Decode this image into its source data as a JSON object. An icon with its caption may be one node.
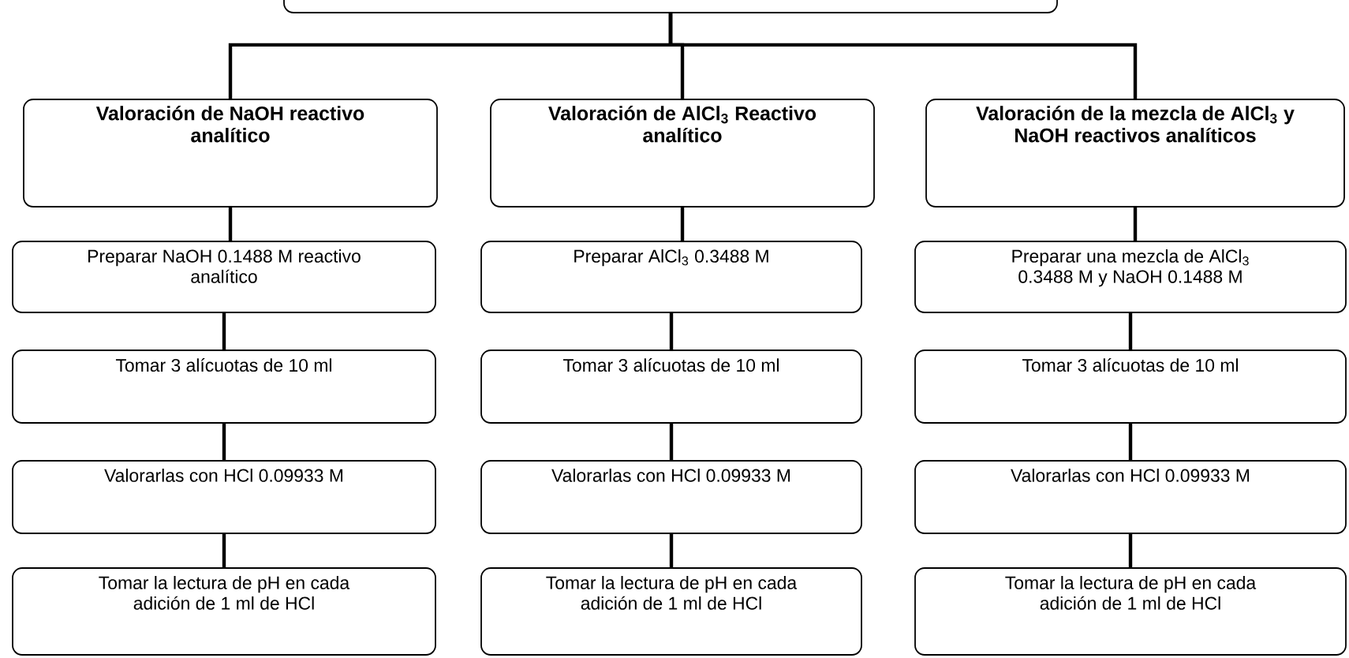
{
  "diagram": {
    "nodes": [
      {
        "text": [],
        "shape": "box"
      },
      {
        "text": [
          "Valoración de NaOH reactivo analítico"
        ]
      },
      {
        "text": [
          "Valoración de AlCl$_{3}$ Reactivo analítico"
        ]
      },
      {
        "text": [
          "Valoración de la mezcla de AlCl$_{3}$ y NaOH reactivos analíticos"
        ]
      },
      {
        "text": [
          "Preparar NaOH 0.1488 M reactivo analítico"
        ]
      },
      {
        "text": [
          "Preparar AlCl$_{3}$ 0.3488 M"
        ]
      },
      {
        "text": [
          "Preparar una mezcla de AlCl$_{3}$ 0.3488 M y NaOH 0.1488 M"
        ]
      },
      {
        "text": [
          "Tomar 3 alícuotas de 10 ml"
        ]
      },
      {
        "text": [
          "Tomar 3 alícuotas de 10 ml"
        ]
      },
      {
        "text": [
          "Tomar 3 alícuotas de 10 ml"
        ]
      },
      {
        "text": [
          "Valorarlas con HCl 0.09933 M"
        ]
      },
      {
        "text": [
          "Valorarlas con HCl 0.09933 M"
        ]
      },
      {
        "text": [
          "Valorarlas con HCl 0.09933 M"
        ]
      },
      {
        "text": [
          "Tomar la lectura de pH en cada adición de 1 ml de HCl"
        ]
      },
      {
        "text": [
          "Tomar la lectura de pH en cada adición de 1 ml de HCl"
        ]
      },
      {
        "text": [
          "Tomar la lectura de pH en cada adición de 1 ml de HCl"
        ]
      }
    ],
    "edges": [
      {
        "from": 0,
        "to": 1,
        "arrow": "none"
      },
      {
        "from": 0,
        "to": 2,
        "arrow": "none"
      },
      {
        "from": 0,
        "to": 3,
        "arrow": "none"
      },
      {
        "from": 1,
        "to": 4,
        "arrow": "none"
      },
      {
        "from": 2,
        "to": 5,
        "arrow": "none"
      },
      {
        "from": 3,
        "to": 6,
        "arrow": "none"
      },
      {
        "from": 4,
        "to": 7,
        "arrow": "none"
      },
      {
        "from": 5,
        "to": 8,
        "arrow": "none"
      },
      {
        "from": 6,
        "to": 9,
        "arrow": "none"
      },
      {
        "from": 7,
        "to": 10,
        "arrow": "none"
      },
      {
        "from": 8,
        "to": 11,
        "arrow": "none"
      },
      {
        "from": 9,
        "to": 12,
        "arrow": "none"
      },
      {
        "from": 10,
        "to": 13,
        "arrow": "none"
      },
      {
        "from": 11,
        "to": 14,
        "arrow": "none"
      },
      {
        "from": 12,
        "to": 15,
        "arrow": "none"
      }
    ]
  }
}
